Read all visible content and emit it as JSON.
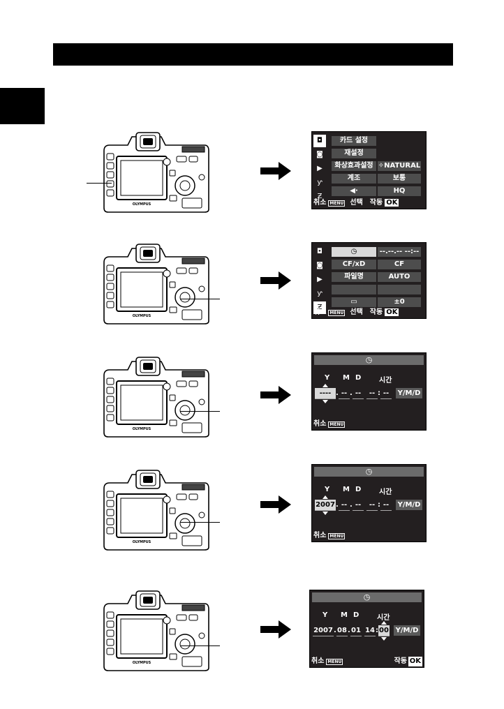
{
  "steps": [
    {
      "screen": {
        "type": "menu",
        "tabs": [
          "camera-1-icon",
          "camera-2-icon",
          "playback-icon",
          "setup-1-icon",
          "setup-2-icon"
        ],
        "active_tab": 0,
        "rows": [
          {
            "label": "카드 설정",
            "value": ""
          },
          {
            "label": "재설정",
            "value": ""
          },
          {
            "label": "화상효과설정",
            "value": "✧NATURAL"
          },
          {
            "label": "계조",
            "value": "보통"
          },
          {
            "label": "◀·",
            "value": "HQ"
          }
        ],
        "highlight": -1,
        "footer": {
          "cancel": "취소",
          "select": "선택",
          "go": "작동",
          "ok": "OK",
          "menu": "MENU"
        }
      }
    },
    {
      "screen": {
        "type": "menu",
        "tabs": [
          "camera-1-icon",
          "camera-2-icon",
          "playback-icon",
          "setup-1-icon",
          "setup-2-icon"
        ],
        "active_tab": 4,
        "rows": [
          {
            "label": "◷",
            "value": "--.--.-- --:--"
          },
          {
            "label": "CF/xD",
            "value": "CF"
          },
          {
            "label": "파일명",
            "value": "AUTO"
          },
          {
            "label": "",
            "value": ""
          },
          {
            "label": "▭",
            "value": "±0"
          }
        ],
        "highlight": 0,
        "footer": {
          "cancel": "취소",
          "select": "선택",
          "go": "작동",
          "ok": "OK",
          "menu": "MENU"
        }
      }
    },
    {
      "screen": {
        "type": "date",
        "title": "◷",
        "labels": {
          "y": "Y",
          "m": "M",
          "d": "D",
          "time": "시간"
        },
        "fields": {
          "year": "----",
          "month": "--",
          "day": "--",
          "hour": "--",
          "minute": "--"
        },
        "format": "Y/M/D",
        "selected": "year",
        "footer_cancel": "취소",
        "footer_menu": "MENU",
        "footer_go": "",
        "footer_ok": ""
      }
    },
    {
      "screen": {
        "type": "date",
        "title": "◷",
        "labels": {
          "y": "Y",
          "m": "M",
          "d": "D",
          "time": "시간"
        },
        "fields": {
          "year": "2007",
          "month": "--",
          "day": "--",
          "hour": "--",
          "minute": "--"
        },
        "format": "Y/M/D",
        "selected": "year",
        "footer_cancel": "취소",
        "footer_menu": "MENU",
        "footer_go": "",
        "footer_ok": ""
      }
    },
    {
      "screen": {
        "type": "date",
        "title": "◷",
        "labels": {
          "y": "Y",
          "m": "M",
          "d": "D",
          "time": "시간"
        },
        "fields": {
          "year": "2007",
          "month": "08",
          "day": "01",
          "hour": "14",
          "minute": "00"
        },
        "format": "Y/M/D",
        "selected": "minute",
        "footer_cancel": "취소",
        "footer_menu": "MENU",
        "footer_go": "작동",
        "footer_ok": "OK"
      }
    }
  ],
  "camera": {
    "brand": "OLYMPUS"
  }
}
